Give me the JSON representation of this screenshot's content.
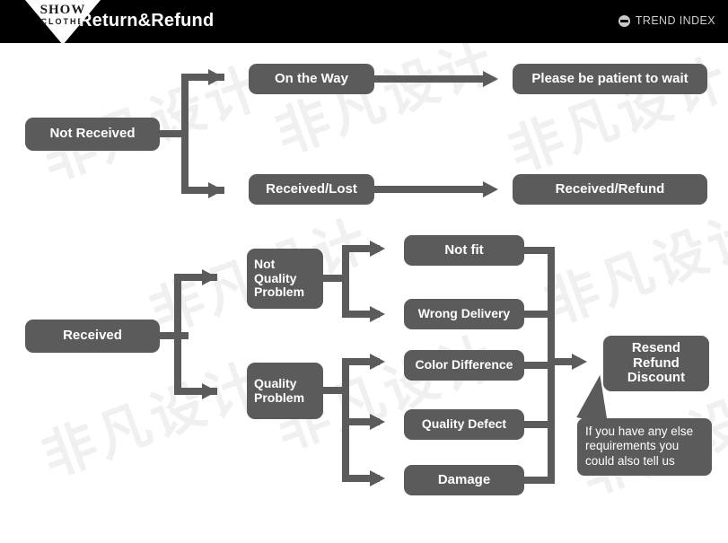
{
  "header": {
    "logo_primary": "SHOW",
    "logo_secondary": "CLOTHE",
    "title": "Return&Refund",
    "brand_icon": "globe-icon",
    "brand_label": "TREND INDEX",
    "background_color": "#000000",
    "text_color": "#ffffff"
  },
  "theme": {
    "node_fill": "#5b5b5b",
    "node_text": "#ffffff",
    "connector_color": "#5b5b5b",
    "page_background": "#ffffff",
    "watermark_color": "#f0f0f1"
  },
  "watermark": {
    "text": "非凡设计"
  },
  "flow": {
    "branch_not_received": {
      "root": "Not Received",
      "steps": [
        {
          "label": "On the Way",
          "result": "Please be patient to wait"
        },
        {
          "label": "Received/Lost",
          "result": "Received/Refund"
        }
      ]
    },
    "branch_received": {
      "root": "Received",
      "categories": [
        {
          "label": "Not\nQuality\nProblem",
          "line1": "Not",
          "line2": "Quality",
          "line3": "Problem",
          "reasons": [
            "Not fit",
            "Wrong Delivery"
          ]
        },
        {
          "label": "Quality\nProblem",
          "line1": "Quality",
          "line2": "Problem",
          "reasons": [
            "Color Difference",
            "Quality Defect",
            "Damage"
          ]
        }
      ],
      "outcome": {
        "line1": "Resend",
        "line2": "Refund",
        "line3": "Discount"
      },
      "note": {
        "line1": "If you have any else",
        "line2": "requirements you",
        "line3": "could also tell us"
      }
    }
  }
}
